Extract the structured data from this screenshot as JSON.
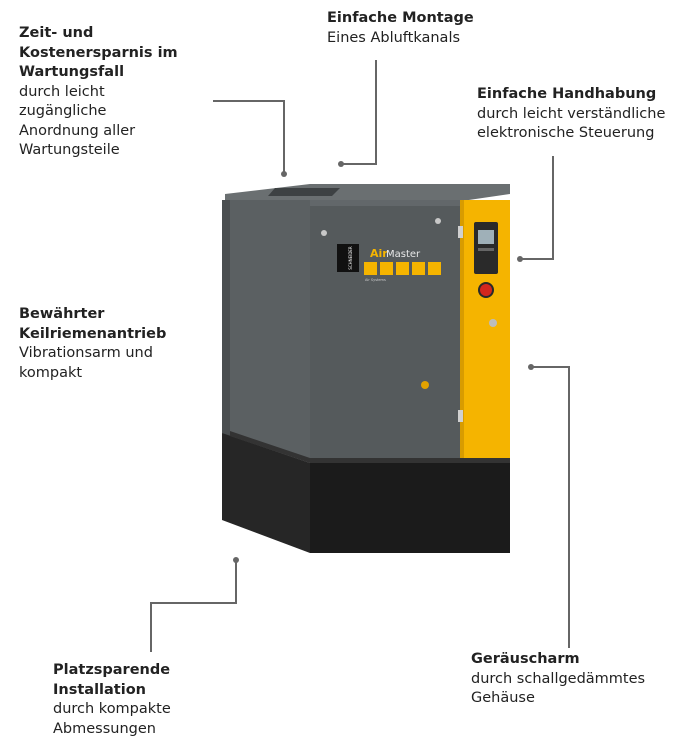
{
  "callouts": {
    "maintenance": {
      "heading_lines": [
        "Zeit- und",
        "Kostenersparnis im",
        "Wartungsfall"
      ],
      "desc_lines": [
        "durch leicht",
        "zugängliche",
        "Anordnung aller",
        "Wartungsteile"
      ]
    },
    "montage": {
      "heading_lines": [
        "Einfache Montage"
      ],
      "desc_lines": [
        "Eines Abluftkanals"
      ]
    },
    "handhabung": {
      "heading_lines": [
        "Einfache Handhabung"
      ],
      "desc_lines": [
        "durch leicht verständliche",
        "elektronische Steuerung"
      ]
    },
    "antrieb": {
      "heading_lines": [
        "Bewährter",
        "Keilriemenantrieb"
      ],
      "desc_lines": [
        "Vibrationsarm und",
        "kompakt"
      ]
    },
    "installation": {
      "heading_lines": [
        "Platzsparende",
        "Installation"
      ],
      "desc_lines": [
        "durch kompakte",
        "Abmessungen"
      ]
    },
    "geraeusch": {
      "heading_lines": [
        "Geräuscharm"
      ],
      "desc_lines": [
        "durch schallgedämmtes",
        "Gehäuse"
      ]
    }
  },
  "product": {
    "logo_text": "SCHNEIDER",
    "brand_name_1": "Air",
    "brand_name_2": "Master",
    "brand_sub": "Air Systems",
    "colors": {
      "body": "#575c5e",
      "accent": "#f5b400",
      "base": "#1b1b1b"
    }
  }
}
